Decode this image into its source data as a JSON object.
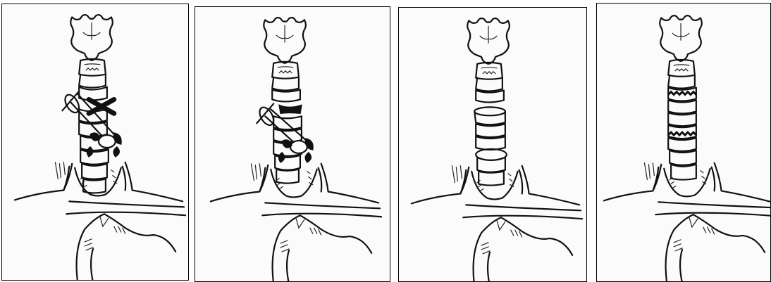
{
  "figure": {
    "panels": [
      {
        "id": "panel-1",
        "stage": "x-marks"
      },
      {
        "id": "panel-2",
        "stage": "segment-removed"
      },
      {
        "id": "panel-3",
        "stage": "ends-approximated"
      },
      {
        "id": "panel-4",
        "stage": "sutured"
      }
    ]
  }
}
